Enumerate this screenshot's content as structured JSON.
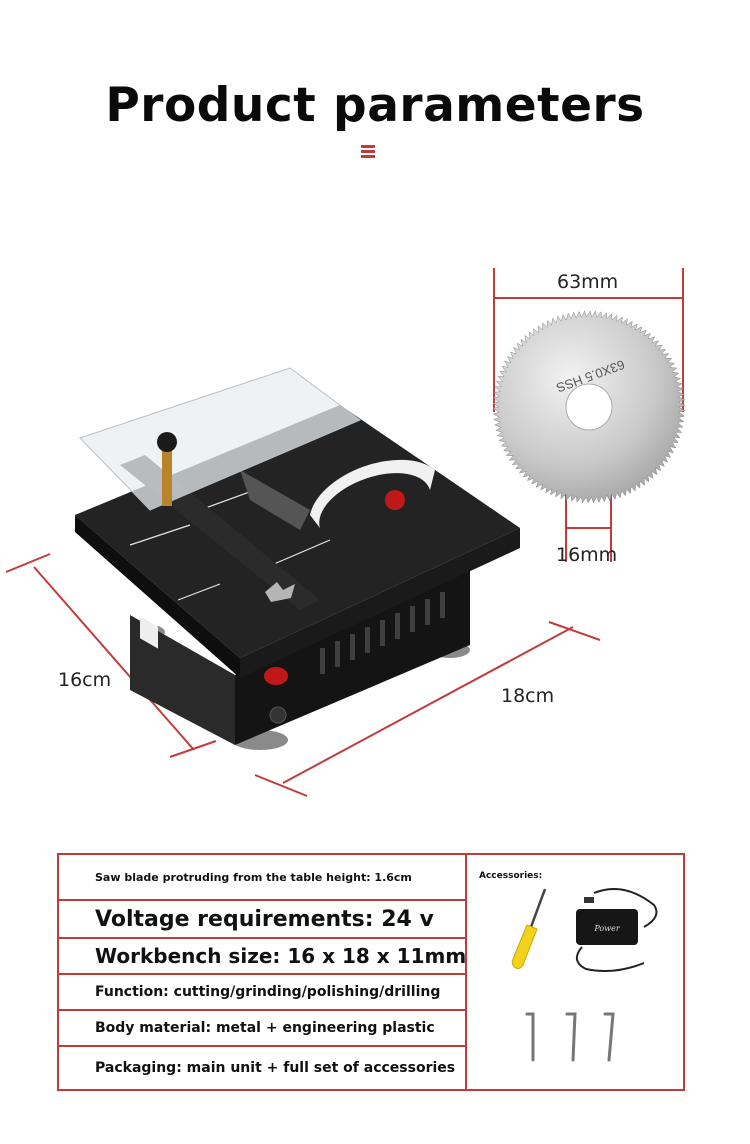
{
  "header": {
    "title": "Product parameters"
  },
  "dimensions": {
    "blade_diameter": "63mm",
    "blade_hole": "16mm",
    "depth": "16cm",
    "width": "18cm"
  },
  "blade_stamp": "63X0.5 HSS",
  "specs": [
    "Saw blade protruding from the table height: 1.6cm",
    "Voltage requirements: 24 v",
    "Workbench size: 16 x 18 x 11mm",
    "Function: cutting/grinding/polishing/drilling",
    "Body material: metal + engineering plastic",
    "Packaging: main unit + full set of accessories"
  ],
  "accessories": {
    "label": "Accessories:",
    "adapter_text": "Power"
  },
  "colors": {
    "accent": "#c23b3b",
    "machine": "#1c1c1c",
    "blade": "#c9c9c9"
  }
}
